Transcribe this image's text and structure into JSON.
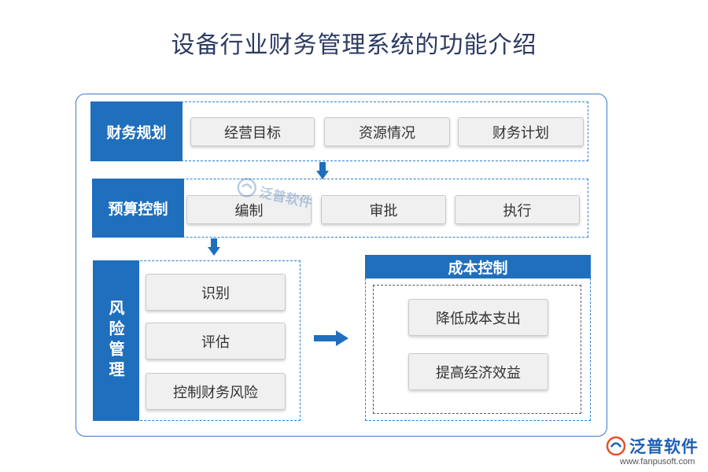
{
  "title": "设备行业财务管理系统的功能介绍",
  "sections": {
    "planning": {
      "label": "财务规划",
      "items": [
        "经营目标",
        "资源情况",
        "财务计划"
      ]
    },
    "budget": {
      "label": "预算控制",
      "items": [
        "编制",
        "审批",
        "执行"
      ]
    },
    "risk": {
      "label": "风险管理",
      "items": [
        "识别",
        "评估",
        "控制财务风险"
      ]
    },
    "cost": {
      "label": "成本控制",
      "items": [
        "降低成本支出",
        "提高经济效益"
      ]
    }
  },
  "watermark": {
    "text": "泛普软件"
  },
  "logo": {
    "brand": "泛普软件",
    "url": "www.fanpusoft.com"
  },
  "colors": {
    "accent": "#1f6fbd",
    "title": "#2d3b63"
  }
}
